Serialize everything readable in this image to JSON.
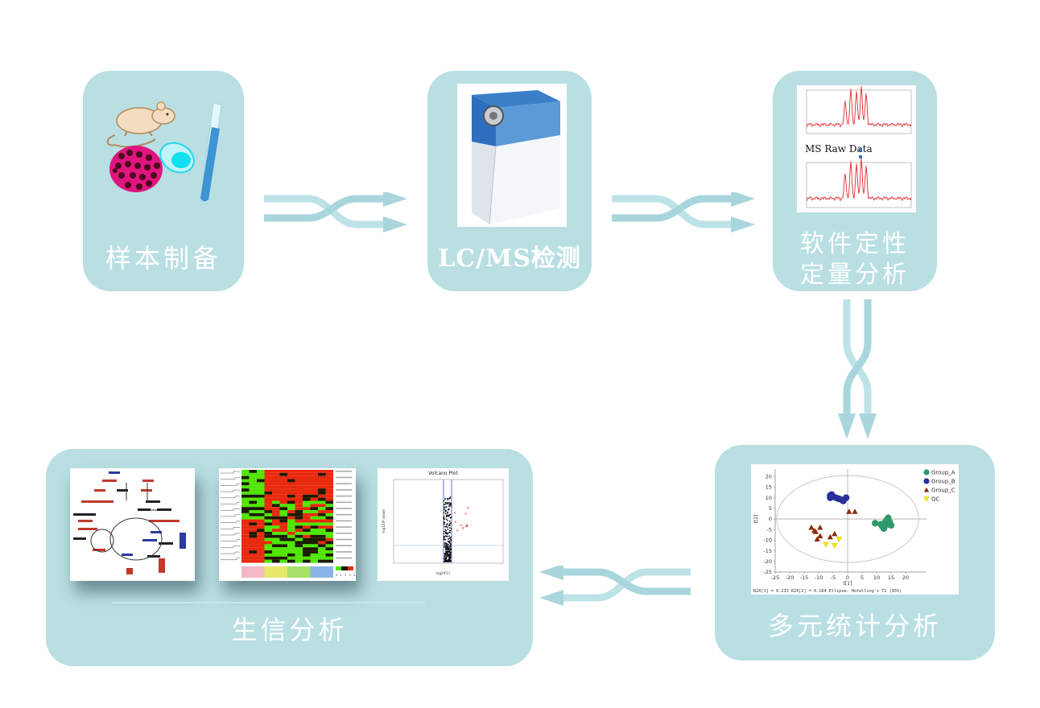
{
  "steps": {
    "sample_prep": {
      "label": "样本制备"
    },
    "lcms": {
      "label": "LC/MS检测"
    },
    "software": {
      "label_line1": "软件定性",
      "label_line2": "定量分析",
      "raw_data_caption": "MS Raw Data"
    },
    "multivariate": {
      "label": "多元统计分析"
    },
    "bioinfo": {
      "label": "生信分析",
      "volcano_title": "Volcano Plot",
      "volcano_xlabel": "log2(FC)",
      "volcano_ylabel": "-log10(P value)",
      "heatmap_scale_ticks": [
        "0",
        "1",
        "2",
        "3",
        "4"
      ]
    }
  },
  "colors": {
    "box": "#b9dfe3",
    "arrow_light": "#bde3e8",
    "arrow_dark": "#a9d6dd",
    "group_a": "#2e9a6a",
    "group_b": "#2b2f9a",
    "group_c": "#8b2a0b",
    "qc": "#f2ea10"
  },
  "chart_data": {
    "type": "scatter",
    "title": "",
    "xlabel": "t[1]",
    "ylabel": "t[2]",
    "xlim": [
      -25,
      25
    ],
    "ylim": [
      -25,
      22
    ],
    "xticks": [
      "-25",
      "-20",
      "-15",
      "-10",
      "-5",
      "0",
      "5",
      "10",
      "15",
      "20"
    ],
    "yticks": [
      "20",
      "15",
      "10",
      "5",
      "0",
      "-5",
      "-10",
      "-15",
      "-20",
      "-25"
    ],
    "footer": "R2X[1] = 0.233   R2X[2] = 0.164 Ellipse: Hotelling's T2 (95%)",
    "ellipse": {
      "rx": 24.5,
      "ry": 20.5,
      "label": "Hotelling's T2 (95%)"
    },
    "legend_position": "top-right",
    "series": [
      {
        "name": "Group_A",
        "marker": "circle",
        "points": [
          [
            9.5,
            -2
          ],
          [
            11.5,
            -2.5
          ],
          [
            12,
            -3.5
          ],
          [
            12.5,
            -4.5
          ],
          [
            13,
            -1.5
          ],
          [
            13.5,
            -0.5
          ],
          [
            14,
            0.5
          ],
          [
            14.5,
            -1.5
          ],
          [
            15,
            -3
          ],
          [
            14,
            -2.5
          ]
        ]
      },
      {
        "name": "Group_B",
        "marker": "circle",
        "points": [
          [
            -6,
            11
          ],
          [
            -6,
            10
          ],
          [
            -5.5,
            11.5
          ],
          [
            -5,
            10.5
          ],
          [
            -4,
            10
          ],
          [
            -3,
            9.5
          ],
          [
            -2,
            9
          ],
          [
            -1.5,
            8.5
          ],
          [
            -0.5,
            10
          ]
        ]
      },
      {
        "name": "Group_C",
        "marker": "triangle-up",
        "points": [
          [
            0.5,
            3.5
          ],
          [
            2.5,
            3.5
          ],
          [
            -12.5,
            -4
          ],
          [
            -11.5,
            -5.5
          ],
          [
            -11,
            -6
          ],
          [
            -9.5,
            -4
          ],
          [
            -9.5,
            -8
          ],
          [
            -10.5,
            -9.5
          ],
          [
            -6,
            -8.5
          ],
          [
            -4.5,
            -7
          ]
        ]
      },
      {
        "name": "QC",
        "marker": "triangle-down",
        "points": [
          [
            -7.5,
            -12
          ],
          [
            -4.5,
            -12.5
          ],
          [
            -3,
            -9.5
          ]
        ]
      }
    ]
  }
}
